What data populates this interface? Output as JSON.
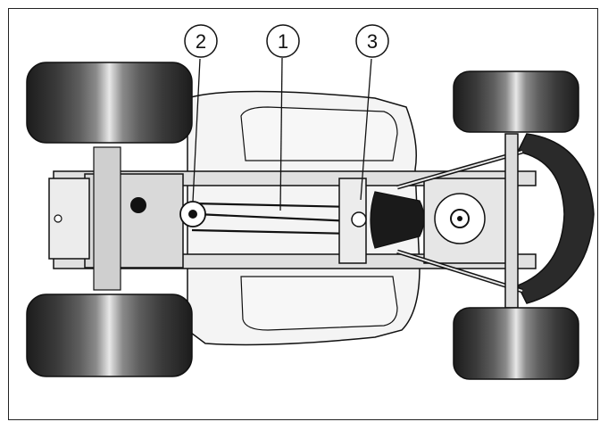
{
  "callouts": [
    {
      "number": "1",
      "target": "drive-belt"
    },
    {
      "number": "2",
      "target": "belt-tensioner-pulley"
    },
    {
      "number": "3",
      "target": "center-pulley-bracket"
    }
  ],
  "colors": {
    "tire_dark": "#1c1c1c",
    "tire_mid": "#6a6a6a",
    "tire_light": "#e4e4e4",
    "body_fill": "#f4f4f4",
    "frame_fill": "#d9d9d9",
    "outline": "#111111"
  }
}
